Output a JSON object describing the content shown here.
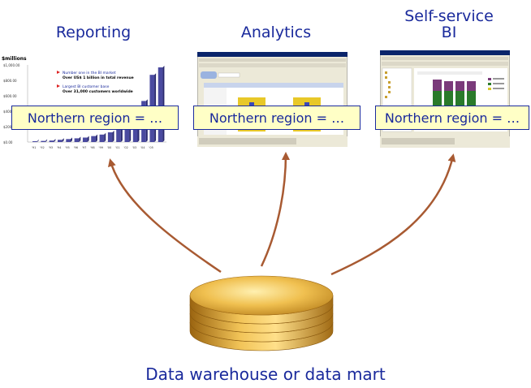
{
  "headings": {
    "reporting": "Reporting",
    "analytics": "Analytics",
    "self_service_line1": "Self-service",
    "self_service_line2": "BI"
  },
  "label_box": "Northern region = …",
  "caption": "Data warehouse or data mart",
  "reporting_chart": {
    "unit_label": "$millions",
    "y_ticks": [
      "$1,000.00",
      "$800.00",
      "$600.00",
      "$400.00",
      "$200.00",
      "$0.00"
    ],
    "bullet1_title": "Number one in the BI market",
    "bullet1_text": "Over US$ 1 billion in total revenue",
    "bullet2_title": "Largest BI customer base",
    "bullet2_text": "Over 31,000 customers worldwide",
    "bar_values": [
      0.01,
      0.015,
      0.02,
      0.03,
      0.04,
      0.05,
      0.06,
      0.08,
      0.1,
      0.13,
      0.17,
      0.22,
      0.32,
      0.55,
      0.9,
      1.0
    ],
    "x_ticks": [
      "'91",
      "'92",
      "'93",
      "'94",
      "'95",
      "'96",
      "'97",
      "'98",
      "'99",
      "'00",
      "'01",
      "'02",
      "'03",
      "'04",
      "'05"
    ]
  },
  "colors": {
    "heading": "#1a2a9c",
    "label_fill": "#ffffc6",
    "arrow": "#a85a32",
    "coin_light": "#f4c860",
    "coin_dark": "#b27a1c"
  },
  "icons": {
    "arrow": "curved-arrow-up",
    "database": "stacked-coins-database"
  }
}
